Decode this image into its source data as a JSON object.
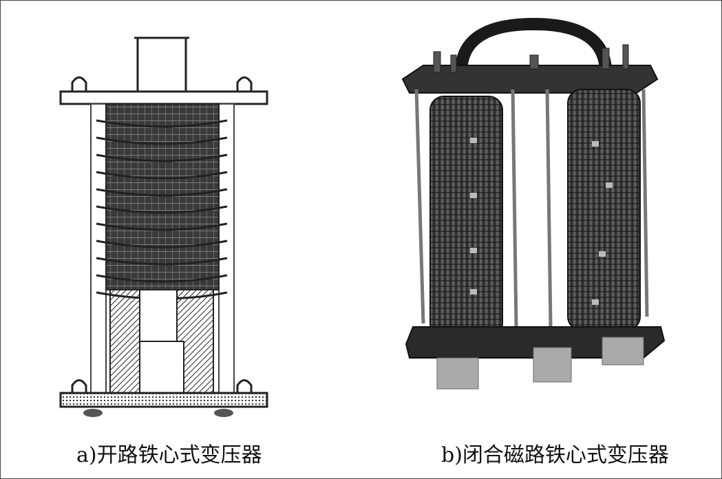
{
  "figures": [
    {
      "id": "a",
      "caption": "a)开路铁心式变压器"
    },
    {
      "id": "b",
      "caption": "b)闭合磁路铁心式变压器"
    }
  ],
  "colors": {
    "background": "#ffffff",
    "ink": "#111111",
    "frame": "#444444"
  }
}
